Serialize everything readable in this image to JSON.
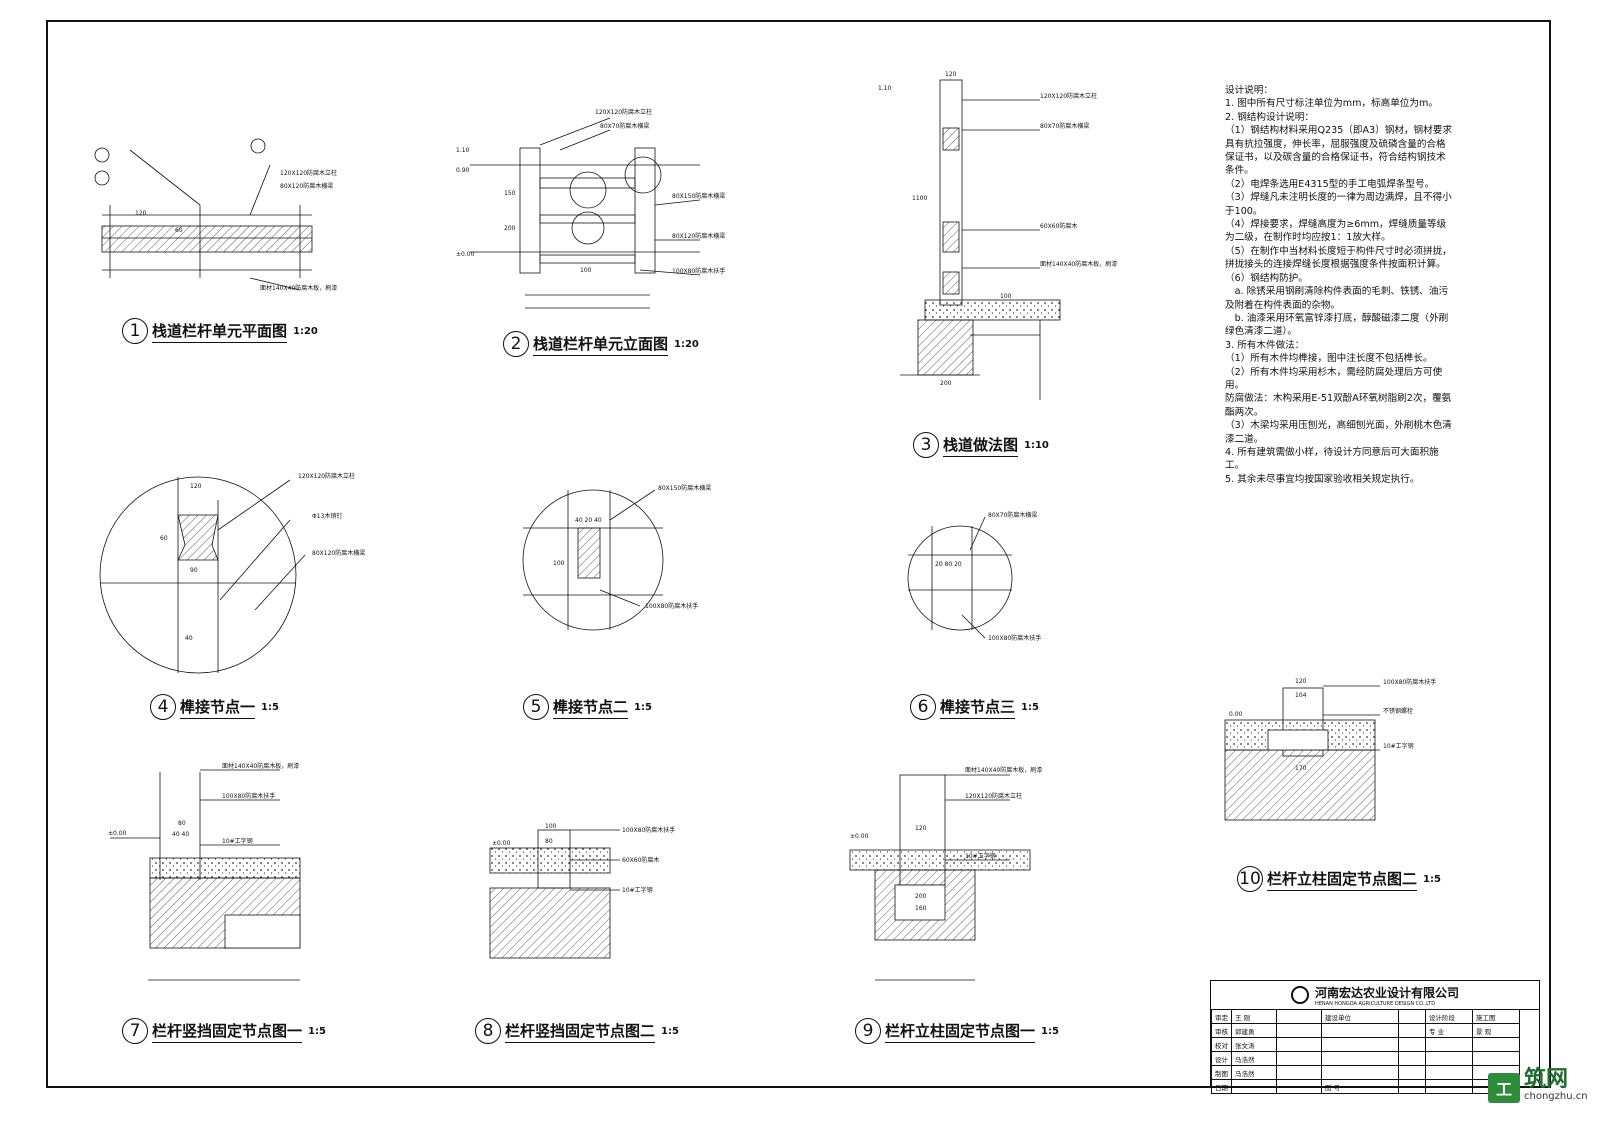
{
  "notes": {
    "heading": "设计说明：",
    "lines": [
      "1. 图中所有尺寸标注单位为mm，标高单位为m。",
      "2. 钢结构设计说明：",
      "（1）钢结构材料采用Q235（即A3）钢材，钢材要求具有抗拉强度，伸长率，屈服强度及硫磷含量的合格保证书，以及碳含量的合格保证书，符合结构钢技术条件。",
      "（2）电焊条选用E4315型的手工电弧焊条型号。",
      "（3）焊缝凡未注明长度的一律为周边满焊，且不得小于100。",
      "（4）焊接要求，焊缝高度为≥6mm，焊缝质量等级为二级，在制作时均应按1：1放大样。",
      "（5）在制作中当材料长度短于构件尺寸时必须拼拢，拼拢接头的连接焊缝长度根据强度条件按面积计算。",
      "（6）钢结构防护。",
      "　a. 除锈采用钢刷清除构件表面的毛刺、铁锈、油污及附着在构件表面的杂物。",
      "　b. 油漆采用环氧富锌漆打底，醇酸磁漆二度（外刷绿色清漆二道）。",
      "3. 所有木件做法：",
      "（1）所有木件均榫接，图中注长度不包括榫长。",
      "（2）所有木件均采用杉木，需经防腐处理后方可使用。",
      "防腐做法：木构采用E-51双酚A环氧树脂刷2次，覆氨酯两次。",
      "（3）木梁均采用压刨光，高细刨光面，外刷桃木色清漆二道。",
      "4. 所有建筑需做小样，待设计方同意后可大面积施工。",
      "5. 其余未尽事宜均按国家验收相关规定执行。"
    ]
  },
  "details": [
    {
      "num": "1",
      "title": "栈道栏杆单元平面图",
      "scale": "1:20"
    },
    {
      "num": "2",
      "title": "栈道栏杆单元立面图",
      "scale": "1:20"
    },
    {
      "num": "3",
      "title": "栈道做法图",
      "scale": "1:10"
    },
    {
      "num": "4",
      "title": "榫接节点一",
      "scale": "1:5"
    },
    {
      "num": "5",
      "title": "榫接节点二",
      "scale": "1:5"
    },
    {
      "num": "6",
      "title": "榫接节点三",
      "scale": "1:5"
    },
    {
      "num": "7",
      "title": "栏杆竖挡固定节点图一",
      "scale": "1:5"
    },
    {
      "num": "8",
      "title": "栏杆竖挡固定节点图二",
      "scale": "1:5"
    },
    {
      "num": "9",
      "title": "栏杆立柱固定节点图一",
      "scale": "1:5"
    },
    {
      "num": "10",
      "title": "栏杆立柱固定节点图二",
      "scale": "1:5"
    }
  ],
  "dims": {
    "d1a": "120",
    "d1b": "60",
    "d2a": "150",
    "d2b": "200",
    "d2c": "100",
    "d3a": "1100",
    "d3b": "200",
    "d3c": "100",
    "d3d": "120",
    "d4a": "120",
    "d4b": "60",
    "d4c": "90",
    "d4d": "40",
    "d5a": "40 20 40",
    "d5b": "100",
    "d6a": "20 80 20",
    "d7a": "80",
    "d7b": "40 40",
    "d8a": "100",
    "d8b": "80",
    "d9a": "120",
    "d9b": "200",
    "d9c": "160",
    "d10a": "120",
    "d10b": "104",
    "d10c": "170"
  },
  "elevations": {
    "e1": "1.10",
    "e2": "0.90",
    "e3": "±0.00",
    "e4": "1.10",
    "e7": "±0.00",
    "e8": "±0.00",
    "e9": "±0.00",
    "e10": "0.00"
  },
  "callouts": {
    "c_a": "120X120防腐木立柱",
    "c_b": "80X120防腐木横梁",
    "c_c": "100X80防腐木扶手",
    "c_d": "80X150防腐木横梁",
    "c_e": "80X70防腐木横梁",
    "c_f": "面材140X40防腐木板，刷漆",
    "c_g": "Φ13木销钉",
    "c_h": "10#工字钢",
    "c_i": "100X80防腐木扶手",
    "c_j": "60X60防腐木",
    "c_k": "不锈钢螺栓"
  },
  "title_block": {
    "company": "河南宏达农业设计有限公司",
    "company_en": "HENAN HONGDA AGRICULTURE DESIGN CO.,LTD",
    "rows": [
      [
        "审定",
        "王 刚",
        "",
        "建设单位",
        "",
        "设计阶段",
        "施工图"
      ],
      [
        "审核",
        "郭建勇",
        "",
        "",
        "",
        "专 业",
        "景 观"
      ],
      [
        "校对",
        "张文涛",
        "",
        "",
        "",
        "",
        ""
      ],
      [
        "设计",
        "马浩然",
        "",
        "",
        "",
        "",
        ""
      ],
      [
        "制图",
        "马浩然",
        "",
        "",
        "",
        "",
        ""
      ],
      [
        "日期",
        "",
        "",
        "图 号",
        "",
        "",
        ""
      ]
    ]
  },
  "watermark": {
    "main": "筑网",
    "logo": "工",
    "url": "chongzhu.cn"
  }
}
